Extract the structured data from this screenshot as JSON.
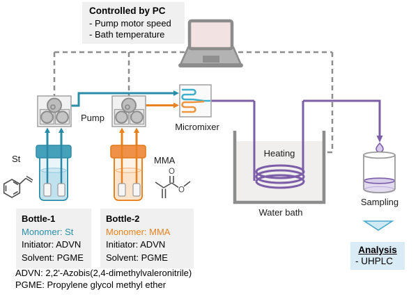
{
  "control_box": {
    "title": "Controlled by PC",
    "items": [
      "- Pump motor speed",
      "- Bath temperature"
    ]
  },
  "equipment": {
    "pump_label": "Pump",
    "micromixer_label": "Micromixer",
    "heating_label": "Heating",
    "water_bath_label": "Water bath",
    "sampling_label": "Sampling"
  },
  "bottles": [
    {
      "name": "Bottle-1",
      "chemical_label": "St",
      "monomer": "Monomer: St",
      "initiator": "Initiator: ADVN",
      "solvent": "Solvent: PGME",
      "accent_color": "#2b8ca8"
    },
    {
      "name": "Bottle-2",
      "chemical_label": "MMA",
      "monomer": "Monomer: MMA",
      "initiator": "Initiator: ADVN",
      "solvent": "Solvent: PGME",
      "accent_color": "#e8821e"
    }
  ],
  "analysis": {
    "title": "Analysis",
    "items": [
      "- UHPLC"
    ]
  },
  "footnotes": [
    "ADVN: 2,2'-Azobis(2,4-dimethylvaleronitrile)",
    "PGME: Propylene glycol methyl ether"
  ],
  "colors": {
    "st_stream": "#2b8ca8",
    "mma_stream": "#e8821e",
    "product_stream": "#7b5ea7",
    "control_dash": "#8c8c8c",
    "box_bg": "#f0f0f0",
    "analysis_bg": "#d9ebf5",
    "laptop_screen": "#f3e2e2"
  },
  "icons": {
    "computer": "laptop-icon",
    "pumps": "pump-icon",
    "mixer": "micromixer-icon",
    "drop": "droplet-icon",
    "flow_marker": "triangle-down-icon"
  }
}
